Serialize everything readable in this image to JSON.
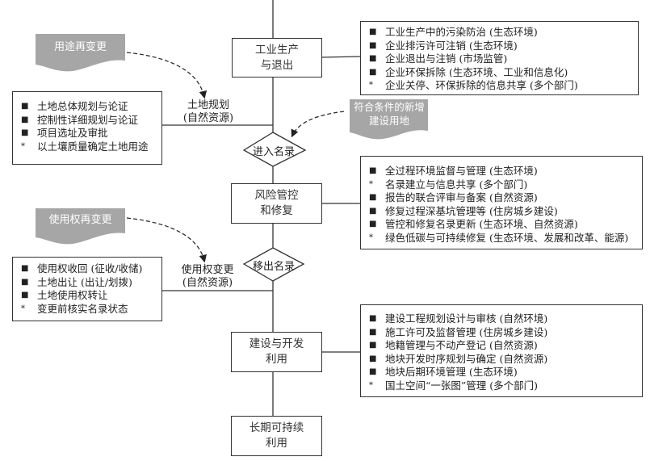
{
  "colors": {
    "line": "#333333",
    "banner_fill": "#a6a6a6",
    "banner_text": "#ffffff"
  },
  "nodes": {
    "industrial": [
      "工业生产",
      "与退出"
    ],
    "risk": [
      "风险管控",
      "和修复"
    ],
    "construction": [
      "建设与开发",
      "利用"
    ],
    "sustainable": [
      "长期可持续",
      "利用"
    ]
  },
  "decisions": {
    "enter": "进入名录",
    "exit": "移出名录"
  },
  "edge_labels": {
    "land_planning": [
      "土地规划",
      "(自然资源)"
    ],
    "use_right_change": [
      "使用权变更",
      "(自然资源)"
    ]
  },
  "banners": {
    "use_change": [
      "用途再变更"
    ],
    "new_land": [
      "符合条件的新增",
      "建设用地"
    ],
    "use_right_rechange": [
      "使用权再变更"
    ]
  },
  "lists": {
    "industrial": [
      {
        "bullet": "■",
        "text": "工业生产中的污染防治 (生态环境)"
      },
      {
        "bullet": "■",
        "text": "企业排污许可注销 (生态环境)"
      },
      {
        "bullet": "■",
        "text": "企业退出与注销 (市场监管)"
      },
      {
        "bullet": "■",
        "text": "企业环保拆除 (生态环境、工业和信息化)"
      },
      {
        "bullet": "*",
        "text": "企业关停、环保拆除的信息共享 (多个部门)"
      }
    ],
    "land_planning": [
      {
        "bullet": "■",
        "text": "土地总体规划与论证"
      },
      {
        "bullet": "■",
        "text": "控制性详细规划与论证"
      },
      {
        "bullet": "■",
        "text": "项目选址及审批"
      },
      {
        "bullet": "*",
        "text": "以土壤质量确定土地用途"
      }
    ],
    "risk": [
      {
        "bullet": "■",
        "text": "全过程环境监督与管理 (生态环境)"
      },
      {
        "bullet": "*",
        "text": "名录建立与信息共享 (多个部门)"
      },
      {
        "bullet": "■",
        "text": "报告的联合评审与备案 (自然资源)"
      },
      {
        "bullet": "■",
        "text": "修复过程深基坑管理等 (住房城乡建设)"
      },
      {
        "bullet": "■",
        "text": "管控和修复名录更新 (生态环境、自然资源)"
      },
      {
        "bullet": "*",
        "text": "绿色低碳与可持续修复 (生态环境、发展和改革、能源)"
      }
    ],
    "use_right": [
      {
        "bullet": "■",
        "text": "使用权收回 (征收/收储)"
      },
      {
        "bullet": "■",
        "text": "土地出让 (出让/划拨)"
      },
      {
        "bullet": "■",
        "text": "土地使用权转让"
      },
      {
        "bullet": "*",
        "text": "变更前核实名录状态"
      }
    ],
    "construction": [
      {
        "bullet": "■",
        "text": "建设工程规划设计与审核 (自然环境)"
      },
      {
        "bullet": "■",
        "text": "施工许可及监督管理 (住房城乡建设)"
      },
      {
        "bullet": "■",
        "text": "地籍管理与不动产登记 (自然资源)"
      },
      {
        "bullet": "■",
        "text": "地块开发时序规划与确定 (自然资源)"
      },
      {
        "bullet": "■",
        "text": "地块后期环境管理 (生态环境)"
      },
      {
        "bullet": "*",
        "text": "国土空间“一张图”管理 (多个部门)"
      }
    ]
  }
}
